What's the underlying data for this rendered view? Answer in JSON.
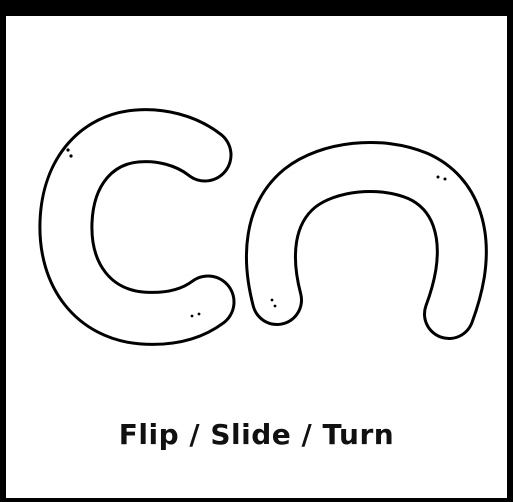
{
  "caption": "Flip / Slide / Turn",
  "shapes": [
    {
      "name": "c-shape",
      "description_icon": "open-left-arch-shape"
    },
    {
      "name": "n-shape",
      "description_icon": "upside-down-u-arch-shape"
    }
  ],
  "colors": {
    "stroke": "#000000",
    "background": "#ffffff"
  }
}
